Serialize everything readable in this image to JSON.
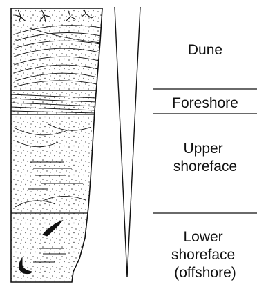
{
  "zones": [
    {
      "id": "dune",
      "lines": [
        "Dune"
      ]
    },
    {
      "id": "foreshore",
      "lines": [
        "Foreshore"
      ]
    },
    {
      "id": "upper-shoreface",
      "lines": [
        "Upper",
        "shoreface"
      ]
    },
    {
      "id": "lower-shoreface",
      "lines": [
        "Lower",
        "shoreface",
        "(offshore)"
      ]
    }
  ]
}
